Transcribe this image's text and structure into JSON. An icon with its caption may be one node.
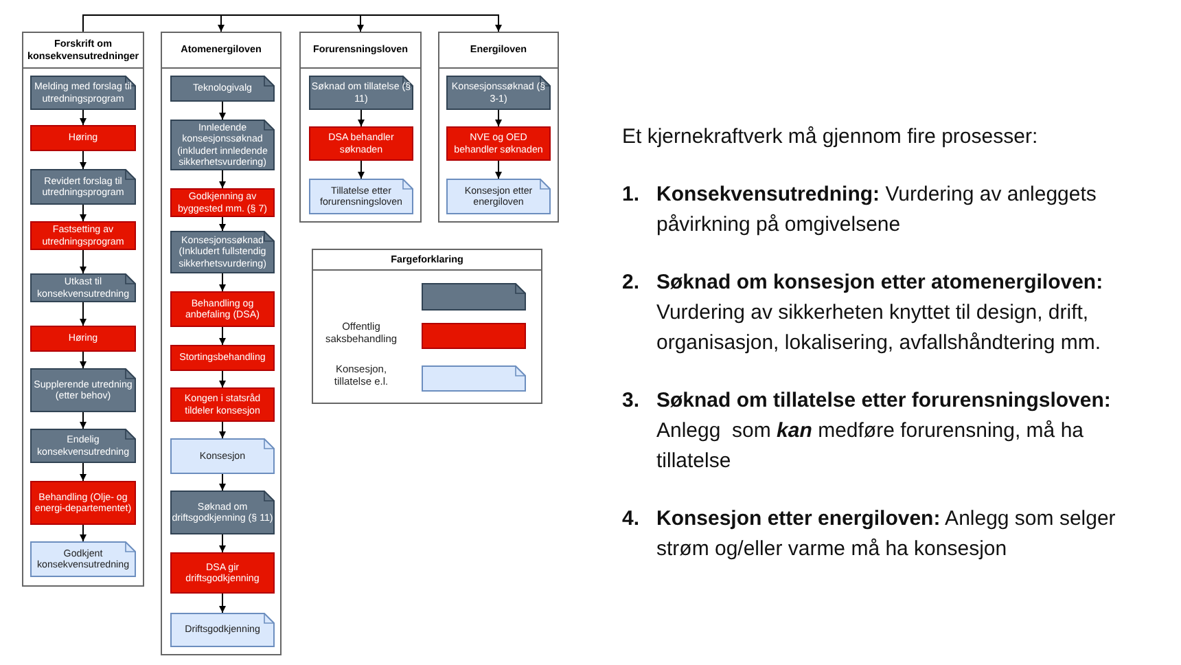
{
  "diagram": {
    "nodes": [
      {
        "text": [
          "Forskrift om konsekvensutredninger"
        ]
      },
      {
        "text": [
          "Melding med forslag til utredningsprogram"
        ],
        "in": 0
      },
      {
        "text": [
          "Høring"
        ],
        "in": 0
      },
      {
        "text": [
          "Revidert forslag til utredningsprogram"
        ],
        "in": 0
      },
      {
        "text": [
          "Fastsetting av utredningsprogram"
        ],
        "in": 0
      },
      {
        "text": [
          "Utkast til konsekvensutredning"
        ],
        "in": 0
      },
      {
        "text": [
          "Høring"
        ],
        "in": 0
      },
      {
        "text": [
          "Supplerende utredning (etter behov)"
        ],
        "in": 0
      },
      {
        "text": [
          "Endelig konsekvensutredning"
        ],
        "in": 0
      },
      {
        "text": [
          "Behandling (Olje- og energi-departementet)"
        ],
        "in": 0
      },
      {
        "text": [
          "Godkjent konsekvensutredning"
        ],
        "in": 0
      },
      {
        "text": [
          "Atomenergiloven"
        ]
      },
      {
        "text": [
          "Teknologivalg"
        ],
        "in": 11
      },
      {
        "text": [
          "Innledende konsesjonssøknad (inkludert innledende sikkerhetsvurdering)"
        ],
        "in": 11
      },
      {
        "text": [
          "Godkjenning av byggested mm. (§ 7)"
        ],
        "in": 11
      },
      {
        "text": [
          "Konsesjonssøknad (Inkludert fullstendig sikkerhetsvurdering)"
        ],
        "in": 11
      },
      {
        "text": [
          "Behandling og anbefaling (DSA)"
        ],
        "in": 11
      },
      {
        "text": [
          "Stortingsbehandling"
        ],
        "in": 11
      },
      {
        "text": [
          "Kongen i statsråd tildeler konsesjon"
        ],
        "in": 11
      },
      {
        "text": [
          "Konsesjon"
        ],
        "in": 11
      },
      {
        "text": [
          "Søknad om driftsgodkjenning (§ 11)"
        ],
        "in": 11
      },
      {
        "text": [
          "DSA gir driftsgodkjenning"
        ],
        "in": 11
      },
      {
        "text": [
          "Driftsgodkjenning"
        ],
        "in": 11
      },
      {
        "text": [
          "Forurensningsloven"
        ]
      },
      {
        "text": [
          "Søknad om tillatelse (§ 11)"
        ],
        "in": 23
      },
      {
        "text": [
          "DSA behandler søknaden"
        ],
        "in": 23
      },
      {
        "text": [
          "Tillatelse etter forurensningsloven"
        ],
        "in": 23
      },
      {
        "text": [
          "Energiloven"
        ]
      },
      {
        "text": [
          "Konsesjonssøknad (§ 3-1)"
        ],
        "in": 27
      },
      {
        "text": [
          "NVE og OED behandler søknaden"
        ],
        "in": 27
      },
      {
        "text": [
          "Konsesjon etter energiloven"
        ],
        "in": 27
      },
      {
        "text": [
          "Fargeforklaring"
        ]
      },
      {
        "text": [],
        "shape": "box",
        "in": 31
      }
    ],
    "edges": [
      {
        "from": null,
        "to": 0,
        "arrow": "none"
      },
      {
        "from": null,
        "to": 11,
        "arrow": "to"
      },
      {
        "from": null,
        "to": 23,
        "arrow": "to"
      },
      {
        "from": null,
        "to": 27,
        "arrow": "to"
      },
      {
        "from": 1,
        "to": 2,
        "arrow": "to"
      },
      {
        "from": 2,
        "to": 3,
        "arrow": "to"
      },
      {
        "from": 3,
        "to": 4,
        "arrow": "to"
      },
      {
        "from": 4,
        "to": 5,
        "arrow": "to"
      },
      {
        "from": 5,
        "to": 6,
        "arrow": "to"
      },
      {
        "from": 6,
        "to": 7,
        "arrow": "to"
      },
      {
        "from": 7,
        "to": 8,
        "arrow": "to"
      },
      {
        "from": 8,
        "to": 9,
        "arrow": "to"
      },
      {
        "from": 9,
        "to": 10,
        "arrow": "to"
      },
      {
        "from": 12,
        "to": 13,
        "arrow": "to"
      },
      {
        "from": 13,
        "to": 14,
        "arrow": "to"
      },
      {
        "from": 14,
        "to": 15,
        "arrow": "to"
      },
      {
        "from": 15,
        "to": 16,
        "arrow": "to"
      },
      {
        "from": 16,
        "to": 17,
        "arrow": "to"
      },
      {
        "from": 17,
        "to": 18,
        "arrow": "to"
      },
      {
        "from": 18,
        "to": 19,
        "arrow": "to"
      },
      {
        "from": 19,
        "to": 20,
        "arrow": "to"
      },
      {
        "from": 20,
        "to": 21,
        "arrow": "to"
      },
      {
        "from": 21,
        "to": 22,
        "arrow": "to"
      },
      {
        "from": 24,
        "to": 25,
        "arrow": "to"
      },
      {
        "from": 25,
        "to": 26,
        "arrow": "to"
      },
      {
        "from": 28,
        "to": 29,
        "arrow": "to"
      },
      {
        "from": 29,
        "to": 30,
        "arrow": "to"
      }
    ],
    "labels": [
      "Et kjernekraftverk må gjennom fire prosesser:",
      "1.",
      "**Konsekvensutredning:** Vurdering av anleggets påvirkning på omgivelsene",
      "2.",
      "**Søknad om konsesjon etter atomenergiloven:** Vurdering av sikkerheten knyttet til design, drift, organisasjon, lokalisering, avfallshåndtering mm.",
      "3.",
      "**Søknad om tillatelse etter forurensningsloven:** Anlegg  som *kan* medføre forurensning, må ha tillatelse",
      "4.",
      "**Konsesjon etter energiloven:** Anlegg som selger strøm og/eller varme må ha konsesjon"
    ],
    "legend": [
      {
        "text": "Offentlig saksbehandling",
        "color": "#e51400"
      },
      {
        "text": "Konsesjon, tillatelse e.l.",
        "color": "#dae8fc"
      }
    ]
  }
}
